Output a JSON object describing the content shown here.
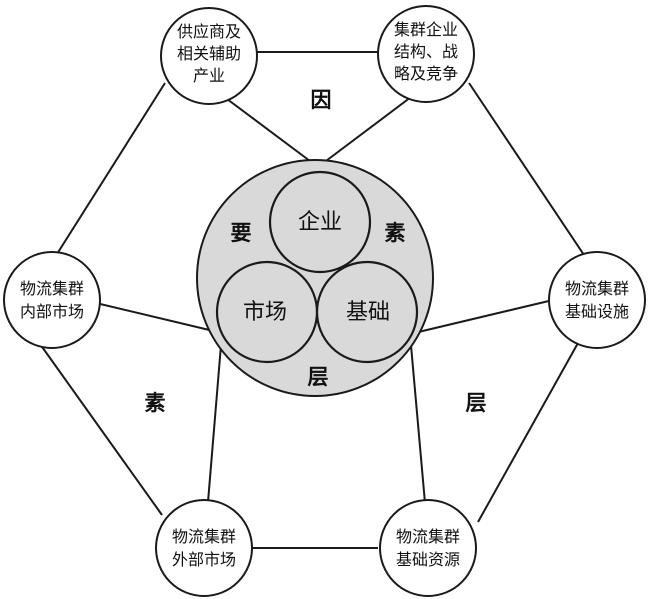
{
  "outer_nodes": {
    "supplier": [
      "供应商及",
      "相关辅助",
      "产业"
    ],
    "structure": [
      "集群企业",
      "结构、战",
      "略及竞争"
    ],
    "internal_market": [
      "物流集群",
      "内部市场"
    ],
    "infrastructure": [
      "物流集群",
      "基础设施"
    ],
    "external_market": [
      "物流集群",
      "外部市场"
    ],
    "resources": [
      "物流集群",
      "基础资源"
    ]
  },
  "inner_nodes": {
    "enterprise": "企业",
    "market": "市场",
    "foundation": "基础"
  },
  "core_labels": {
    "yao": "要",
    "su": "素",
    "ceng": "层"
  },
  "outer_labels": {
    "yin": "因",
    "su": "素",
    "ceng": "层"
  }
}
